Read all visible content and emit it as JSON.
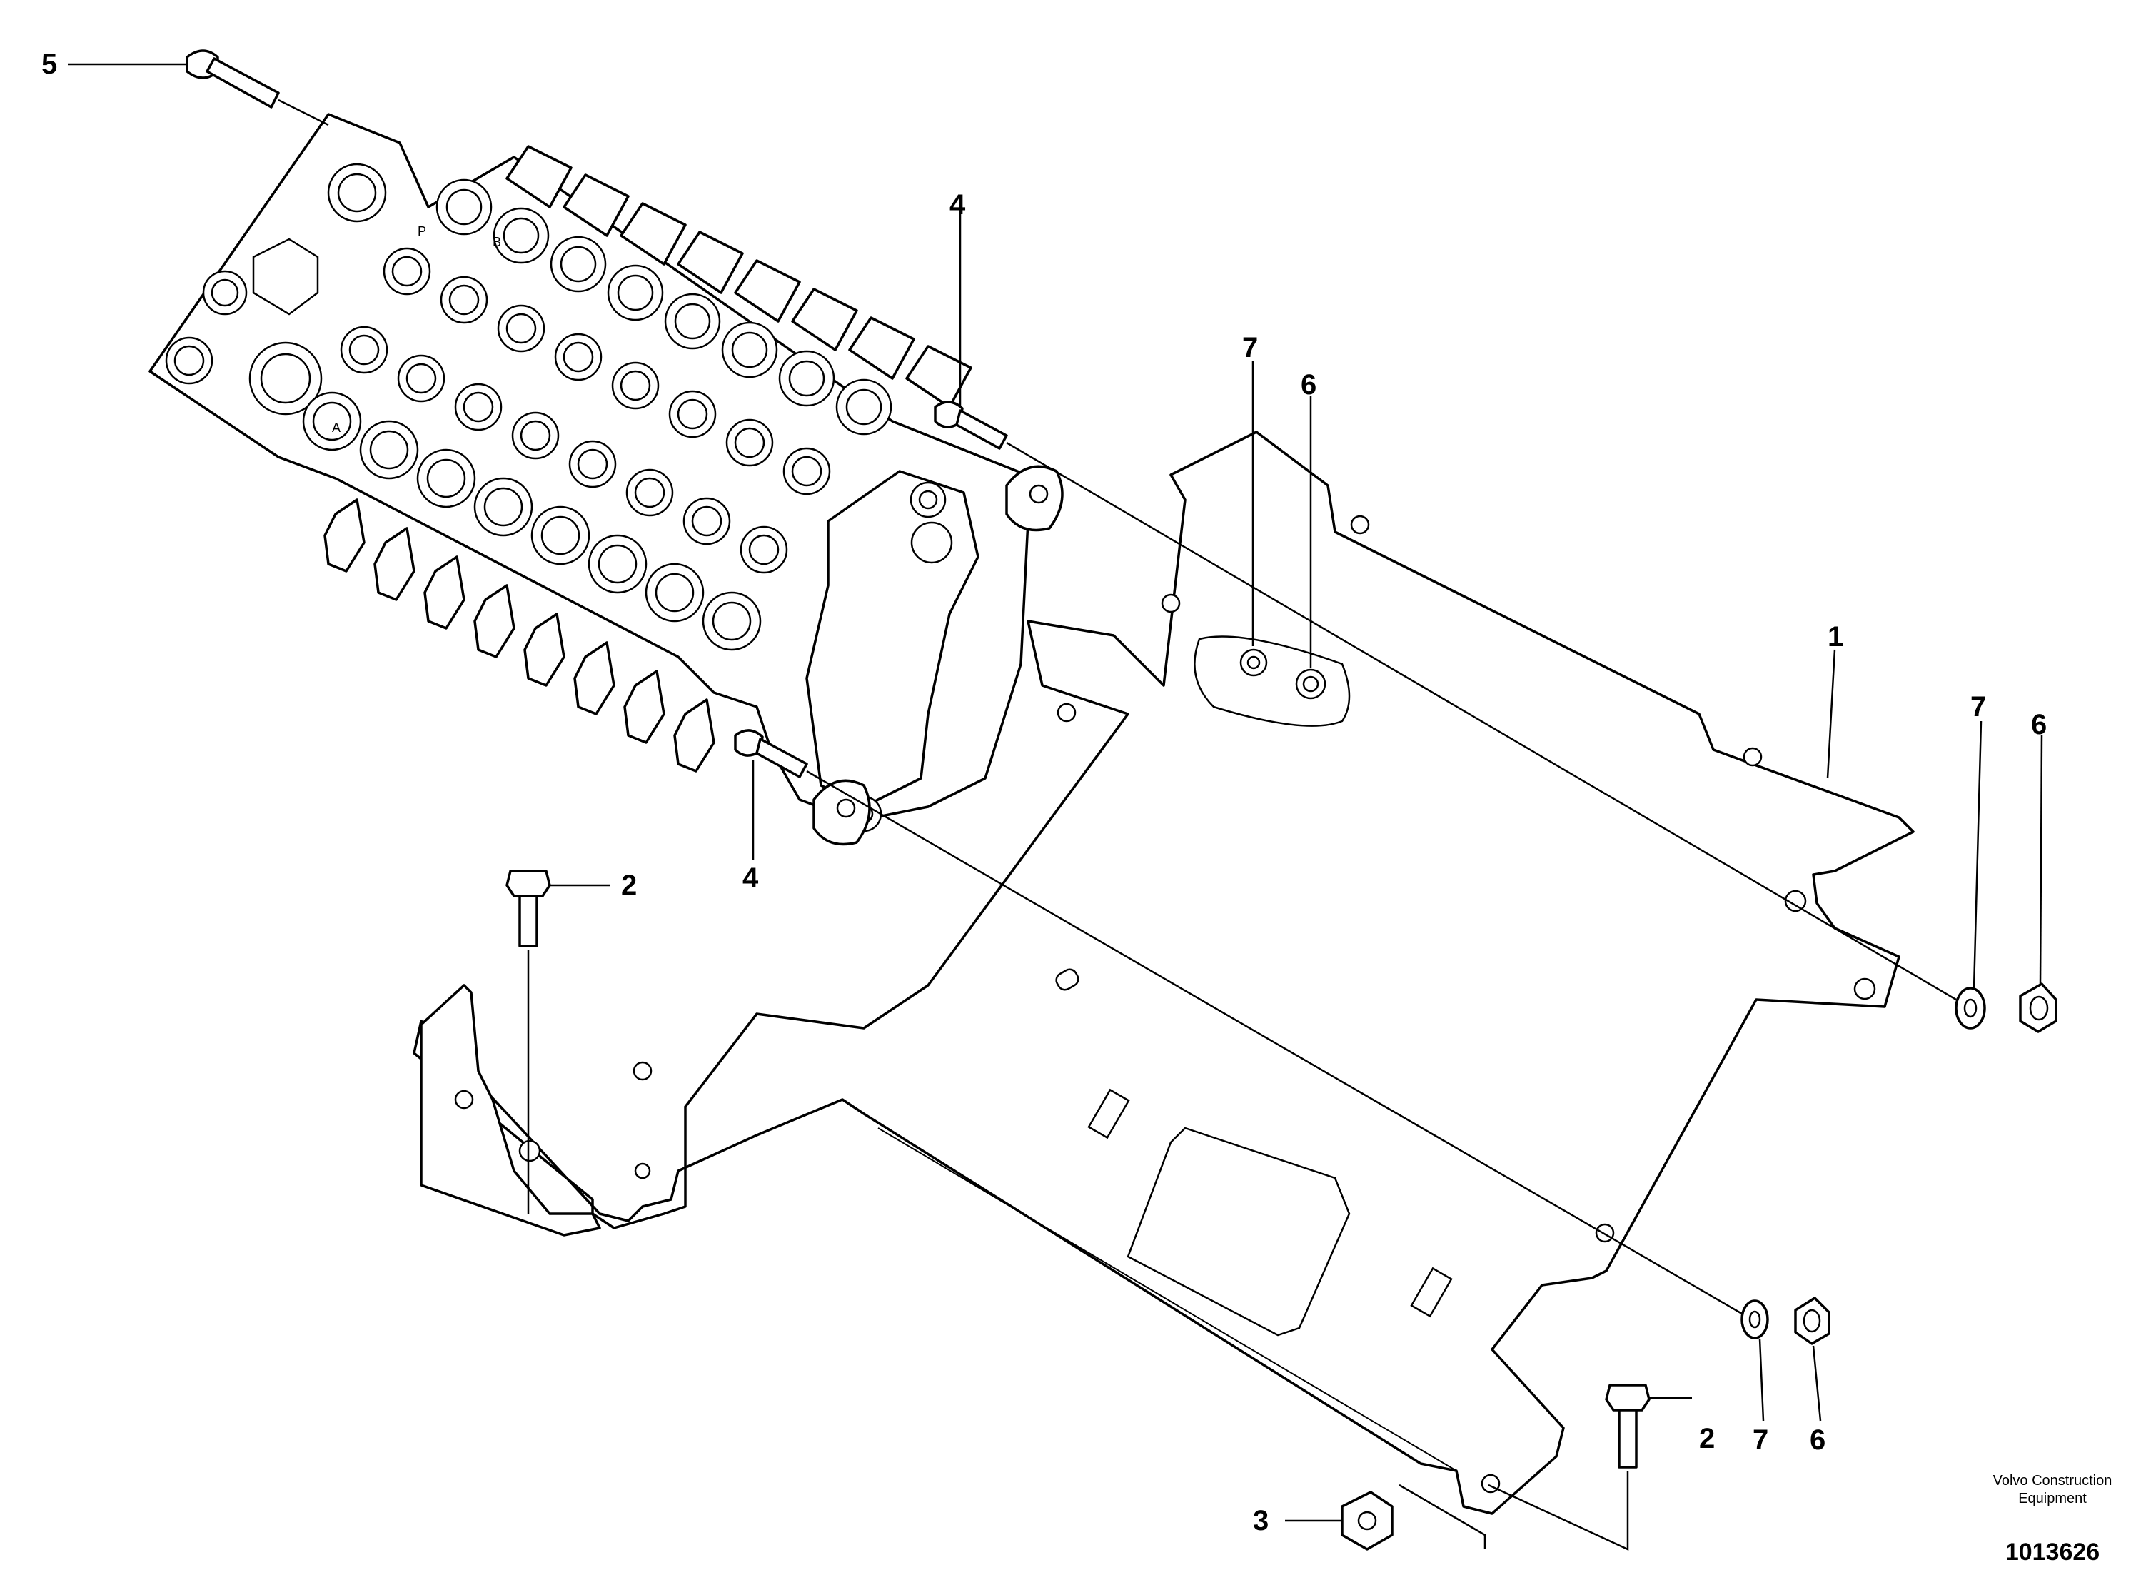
{
  "callouts": {
    "c1": "1",
    "c2a": "2",
    "c2b": "2",
    "c3": "3",
    "c4a": "4",
    "c4b": "4",
    "c5": "5",
    "c6a": "6",
    "c6b": "6",
    "c7a": "7",
    "c7b": "7"
  },
  "port_labels": {
    "p": "P",
    "a": "A",
    "b": "B"
  },
  "footer": {
    "brand_line1": "Volvo Construction",
    "brand_line2": "Equipment",
    "drawing_number": "1013626"
  }
}
